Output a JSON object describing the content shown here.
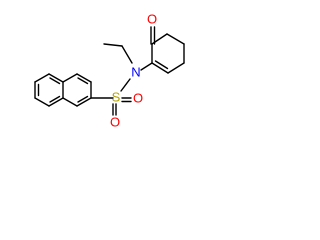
{
  "molecule": {
    "atoms": {
      "oxygen_ketone": {
        "symbol": "O",
        "color": "#ff0000"
      },
      "nitrogen": {
        "symbol": "N",
        "color": "#0000ff"
      },
      "sulfur": {
        "symbol": "S",
        "color": "#b3a100"
      },
      "oxygen_sulfonyl_left": {
        "symbol": "O",
        "color": "#ff0000"
      },
      "oxygen_sulfonyl_right": {
        "symbol": "O",
        "color": "#ff0000"
      }
    },
    "bond_color": "#000000"
  }
}
